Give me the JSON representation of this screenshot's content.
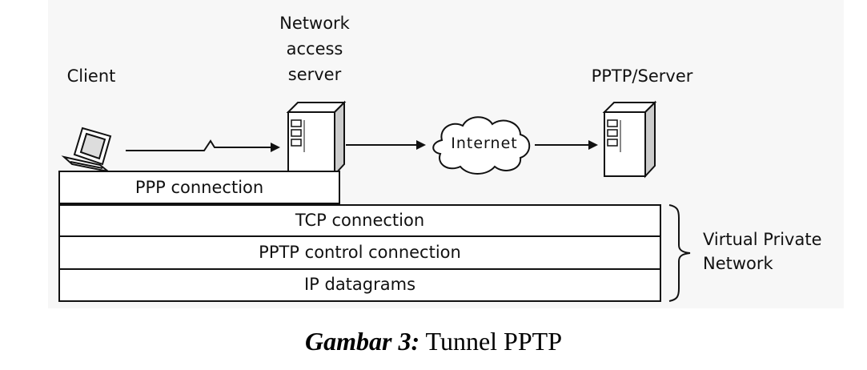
{
  "nodes": {
    "client": "Client",
    "nas_line1": "Network",
    "nas_line2": "access",
    "nas_line3": "server",
    "server": "PPTP/Server",
    "internet": "Internet"
  },
  "layers": {
    "ppp": "PPP connection",
    "tcp": "TCP connection",
    "pptp_control": "PPTP control connection",
    "ip": "IP datagrams"
  },
  "vpn": {
    "line1": "Virtual Private",
    "line2": "Network"
  },
  "caption": {
    "prefix": "Gambar 3:",
    "title": "Tunnel PPTP"
  }
}
